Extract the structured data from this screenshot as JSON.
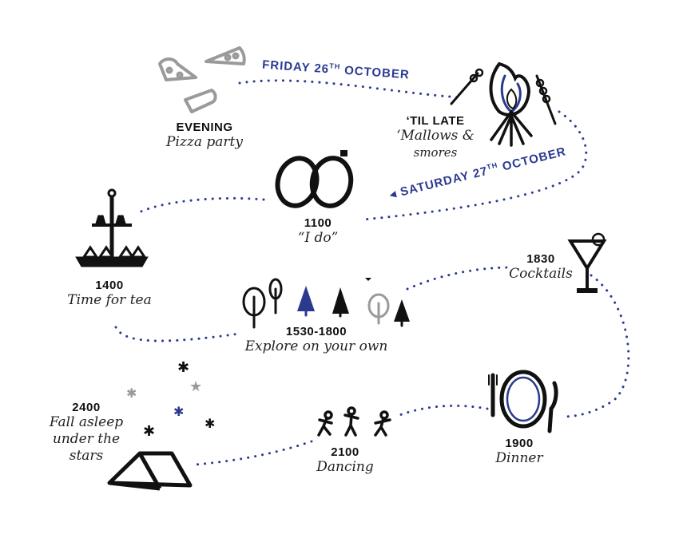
{
  "colors": {
    "accent": "#2b3a8f",
    "ink": "#111111",
    "grey": "#9a9a9a"
  },
  "dates": {
    "friday": {
      "prefix": "FRIDAY 26",
      "sup": "TH",
      "suffix": " OCTOBER"
    },
    "saturday": {
      "arrow": "◂ ",
      "prefix": "SATURDAY 27",
      "sup": "TH",
      "suffix": " OCTOBER"
    }
  },
  "events": {
    "pizza": {
      "time": "EVENING",
      "desc": "Pizza party",
      "icon": "pizza-slices-icon"
    },
    "mallows": {
      "time": "‘TIL LATE",
      "desc_1": "‘Mallows &",
      "desc_2": "smores",
      "icon": "campfire-icon"
    },
    "ceremony": {
      "time": "1100",
      "desc": "“I do”",
      "icon": "wedding-rings-icon"
    },
    "tea": {
      "time": "1400",
      "desc": "Time for tea",
      "icon": "cake-stand-icon"
    },
    "explore": {
      "time": "1530-1800",
      "desc": "Explore on your own",
      "icon": "trees-icon"
    },
    "cocktails": {
      "time": "1830",
      "desc": "Cocktails",
      "icon": "cocktail-glass-icon"
    },
    "dinner": {
      "time": "1900",
      "desc": "Dinner",
      "icon": "plate-cutlery-icon"
    },
    "dancing": {
      "time": "2100",
      "desc": "Dancing",
      "icon": "dancers-icon"
    },
    "sleep": {
      "time": "2400",
      "desc_1": "Fall asleep",
      "desc_2": "under the",
      "desc_3": "stars",
      "icon": "tent-stars-icon"
    }
  }
}
